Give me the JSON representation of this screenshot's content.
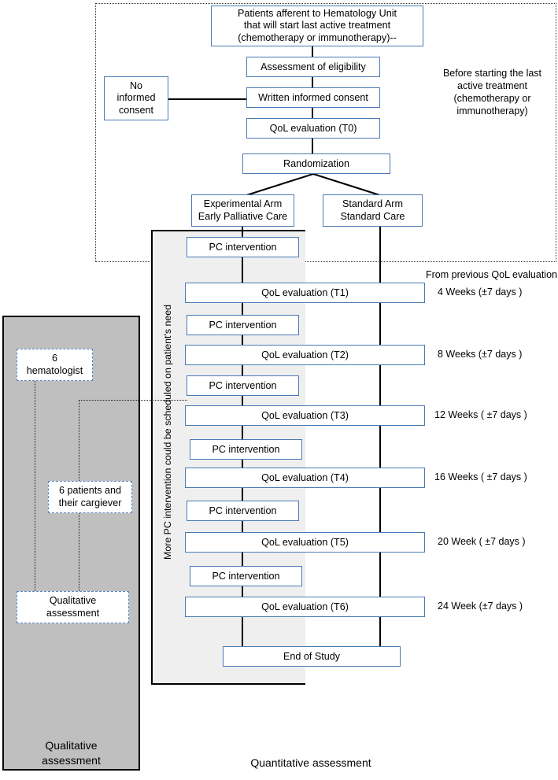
{
  "regions": {
    "before_treatment_note": "Before starting the last active treatment (chemotherapy or immunotherapy)",
    "before_treatment_lines": [
      "Before starting the last",
      "active treatment",
      "(chemotherapy or",
      "immunotherapy)"
    ],
    "timing_header": "From previous QoL evaluation",
    "vertical_note": "More PC intervention could be scheduled on patient's need",
    "qualitative_footer": "Qualitative assessment",
    "qualitative_footer_lines": [
      "Qualitative",
      "assessment"
    ],
    "quantitative_footer": "Quantitative assessment"
  },
  "enrollment": {
    "patients_box_lines": [
      "Patients afferent to Hematology Unit",
      "that will start last active treatment",
      "(chemotherapy or immunotherapy)--"
    ],
    "eligibility": "Assessment of eligibility",
    "consent": "Written informed consent",
    "no_consent_lines": [
      "No",
      "informed",
      "consent"
    ],
    "qol_t0": "QoL evaluation (T0)",
    "randomization": "Randomization"
  },
  "arms": {
    "experimental_lines": [
      "Experimental Arm",
      "Early Palliative Care"
    ],
    "standard_lines": [
      "Standard Arm",
      "Standard Care"
    ]
  },
  "timeline": {
    "pc_label": "PC intervention",
    "pc_interventions": [
      {
        "label": "PC intervention"
      },
      {
        "label": "PC intervention"
      },
      {
        "label": "PC intervention"
      },
      {
        "label": "PC intervention"
      },
      {
        "label": "PC intervention"
      },
      {
        "label": "PC intervention"
      },
      {
        "label": "PC intervention"
      }
    ],
    "evaluations": [
      {
        "label": "QoL evaluation (T1)",
        "timing": "4 Weeks  (±7 days )"
      },
      {
        "label": "QoL evaluation (T2)",
        "timing": "8 Weeks (±7 days )"
      },
      {
        "label": "QoL evaluation (T3)",
        "timing": "12 Weeks ( ±7 days )"
      },
      {
        "label": "QoL evaluation (T4)",
        "timing": "16 Weeks ( ±7 days )"
      },
      {
        "label": "QoL evaluation (T5)",
        "timing": "20 Week ( ±7 days )"
      },
      {
        "label": "QoL evaluation (T6)",
        "timing": "24 Week (±7 days )"
      }
    ],
    "end_of_study": "End of Study"
  },
  "qualitative": {
    "hematologist_lines": [
      "6",
      "hematologist"
    ],
    "patients_lines": [
      "6 patients and",
      "their cargiever"
    ],
    "assessment_lines": [
      "Qualitative",
      "assessment"
    ]
  },
  "colors": {
    "box_border": "#4A7AB5",
    "panel_gray": "#bfbfbf",
    "column_gray": "#efefef",
    "line": "#000000"
  }
}
